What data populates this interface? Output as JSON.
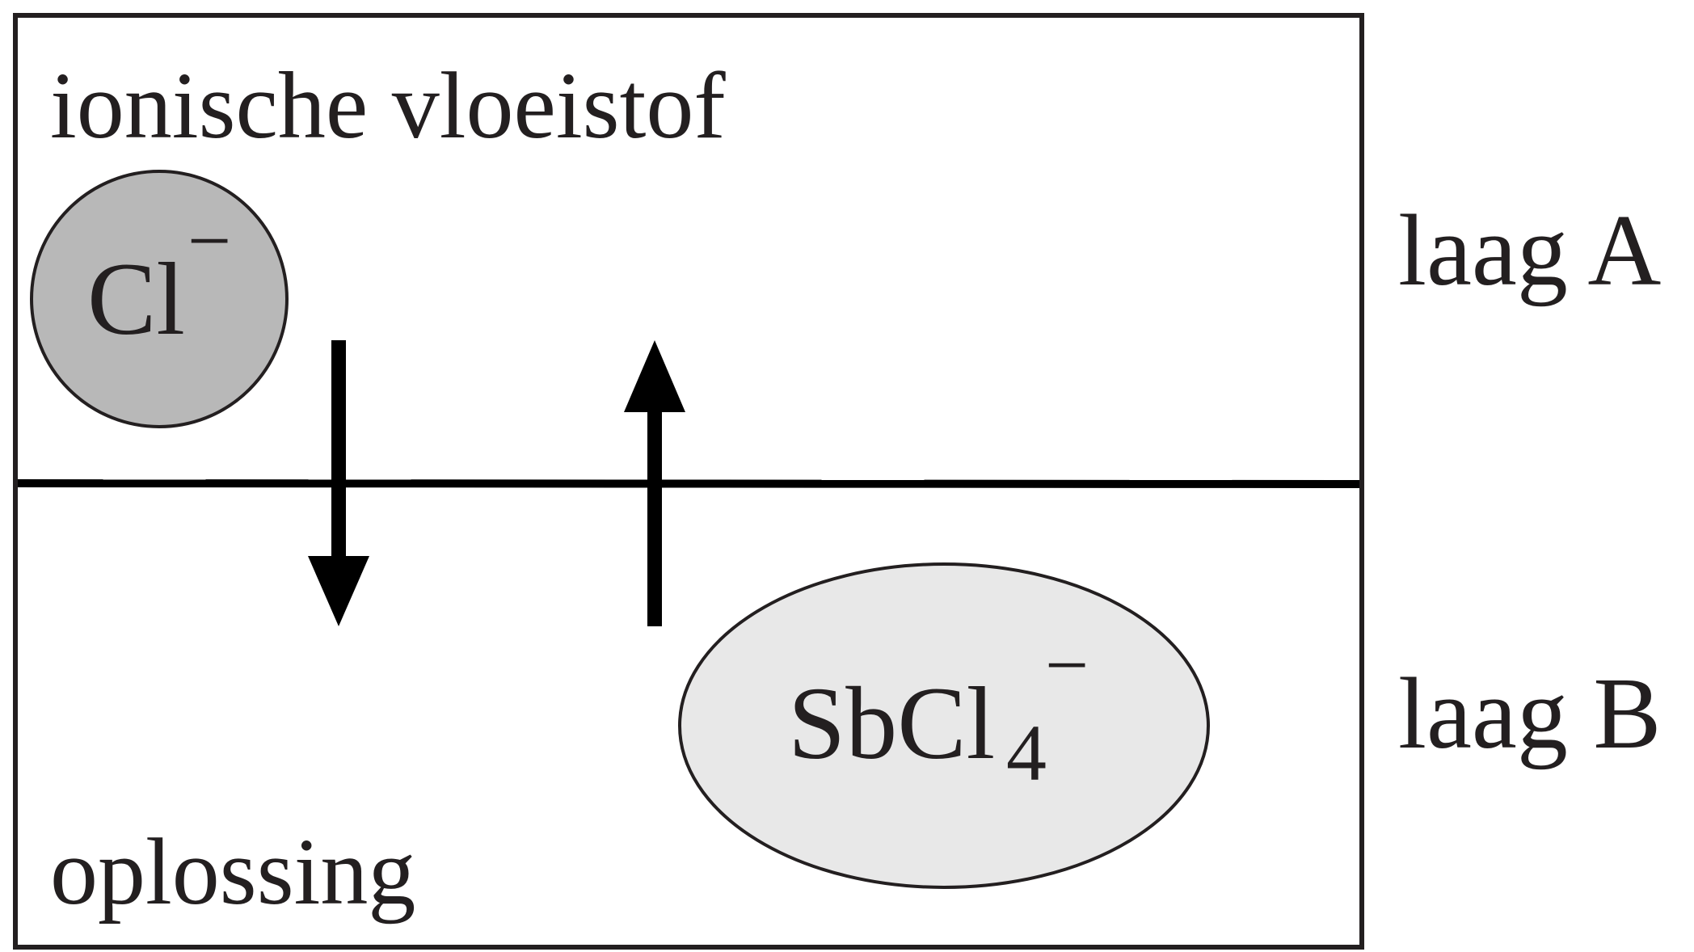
{
  "diagram": {
    "top_layer_label": "ionische vloeistof",
    "bottom_layer_label": "oplossing",
    "layer_a_label": "laag A",
    "layer_b_label": "laag B",
    "chloride_ion": {
      "symbol": "Cl",
      "charge": "−",
      "fill_color": "#b8b8b8"
    },
    "antimony_complex": {
      "symbol": "SbCl",
      "subscript": "4",
      "charge": "−",
      "fill_color": "#e8e8e8"
    },
    "arrows": [
      {
        "direction": "down",
        "from": "laag A",
        "to": "laag B"
      },
      {
        "direction": "up",
        "from": "laag B",
        "to": "laag A"
      }
    ]
  }
}
